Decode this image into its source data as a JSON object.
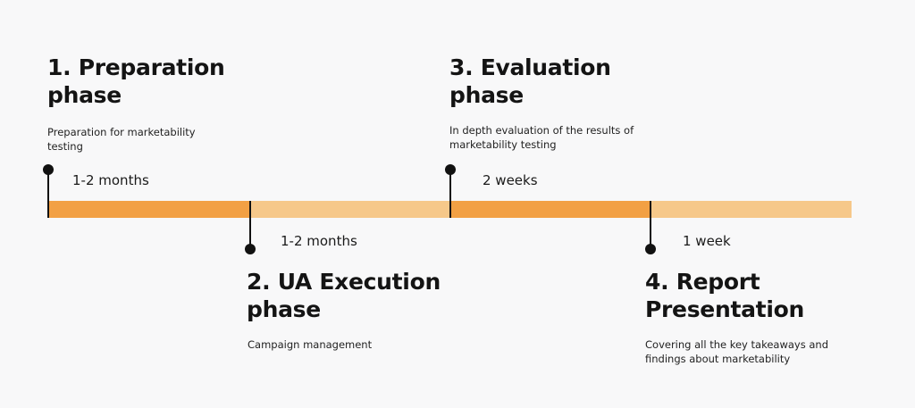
{
  "colors": {
    "background": "#f8f8f9",
    "segment_dark": "#f2a044",
    "segment_light": "#f6c88a",
    "marker": "#111111"
  },
  "phases": [
    {
      "title_lines": [
        "1. Preparation",
        "phase"
      ],
      "description_lines": [
        "Preparation for marketability",
        "testing"
      ],
      "duration": "1-2 months"
    },
    {
      "title_lines": [
        "2. UA Execution",
        "phase"
      ],
      "description_lines": [
        "Campaign management"
      ],
      "duration": "1-2 months"
    },
    {
      "title_lines": [
        "3. Evaluation",
        "phase"
      ],
      "description_lines": [
        "In depth evaluation of the results of",
        "marketability testing"
      ],
      "duration": "2 weeks"
    },
    {
      "title_lines": [
        "4. Report",
        "Presentation"
      ],
      "description_lines": [
        "Covering all the key takeaways and",
        "findings about marketability"
      ],
      "duration": "1 week"
    }
  ]
}
